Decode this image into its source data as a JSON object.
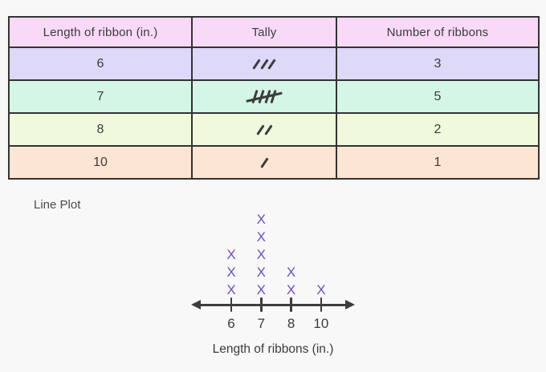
{
  "colors": {
    "page_bg": "#f8f8f8",
    "table_border": "#333333",
    "header_bg": "#f8d9f7",
    "tally": "#3d3d3d",
    "axis": "#3d3d3d",
    "marker": "#6e4fc3",
    "text": "#3b3b3b"
  },
  "table": {
    "headers": [
      "Length of ribbon (in.)",
      "Tally",
      "Number of ribbons"
    ],
    "rows": [
      {
        "length": "6",
        "tally_count": 3,
        "count": "3",
        "bg": "#ded9f9"
      },
      {
        "length": "7",
        "tally_count": 5,
        "count": "5",
        "bg": "#d4f6e6"
      },
      {
        "length": "8",
        "tally_count": 2,
        "count": "2",
        "bg": "#f0f9dc"
      },
      {
        "length": "10",
        "tally_count": 1,
        "count": "1",
        "bg": "#fce5d3"
      }
    ]
  },
  "line_plot": {
    "title": "Line Plot",
    "xlabel": "Length of ribbons (in.)",
    "marker": "X",
    "points": [
      {
        "x": "6",
        "count": 3
      },
      {
        "x": "7",
        "count": 5
      },
      {
        "x": "8",
        "count": 2
      },
      {
        "x": "10",
        "count": 1
      }
    ]
  },
  "chart_data": [
    {
      "type": "table",
      "title": "Ribbon length tally table",
      "columns": [
        "Length of ribbon (in.)",
        "Tally",
        "Number of ribbons"
      ],
      "rows": [
        [
          "6",
          "3 tally marks",
          "3"
        ],
        [
          "7",
          "5 tally marks (4 strokes with diagonal strike)",
          "5"
        ],
        [
          "8",
          "2 tally marks",
          "2"
        ],
        [
          "10",
          "1 tally mark",
          "1"
        ]
      ]
    },
    {
      "type": "scatter",
      "subtype": "line-plot-x-marks",
      "title": "Line Plot",
      "x": [
        6,
        7,
        8,
        10
      ],
      "counts": [
        3,
        5,
        2,
        1
      ],
      "x_tick_labels": [
        "6",
        "7",
        "8",
        "10"
      ],
      "xlabel": "Length of ribbons (in.)",
      "marker": "X",
      "legend": "none",
      "grid": false
    }
  ]
}
